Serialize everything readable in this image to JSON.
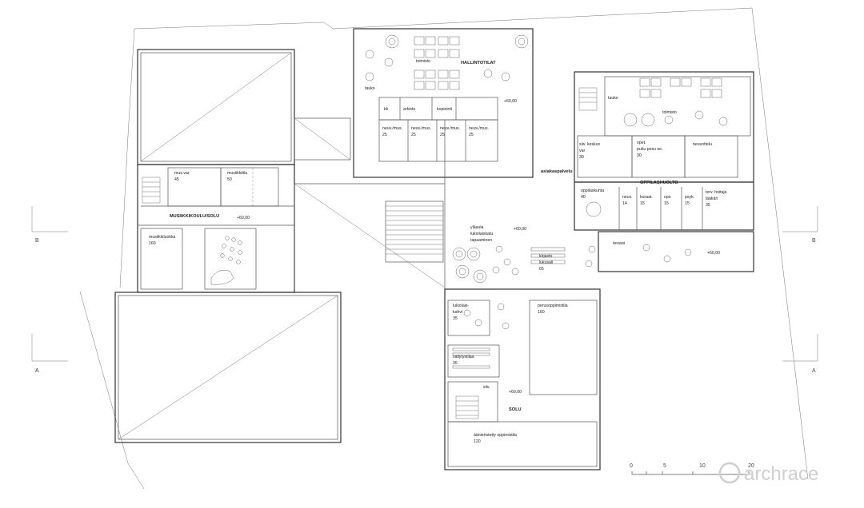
{
  "rooms": {
    "hallinto": "HALLINTOTILAT",
    "toimisto_left": "toimisto",
    "tauko_left": "tauko",
    "height_hallinto": "+60,00",
    "kk": "kk",
    "arkisto": "arkisto",
    "kopiointi": "kopiointi",
    "neuv1": "neuv./mus.",
    "neuv1_n": "25",
    "neuv2": "neuv./mus.",
    "neuv2_n": "25",
    "neuv3": "neuv./mus.",
    "neuv3_n": "25",
    "neuv4": "neuv./mus.",
    "neuv4_n": "25",
    "asiakaspalvelu": "asiakaspalvelu",
    "tauko_right": "tauko",
    "toimisto_right": "toimisto",
    "siiv_keskus": "siiv. keskus",
    "siiv_keskus_var": "var",
    "siiv_keskus_n": "30",
    "opet_puku": "opet.",
    "opet_puku2": "puku pesu wc",
    "opet_n": "30",
    "neuvottelu": "neuvottelu",
    "oppilashuolto": "OPPILASHUOLTO",
    "oppilaskunta": "oppilaskunta",
    "oppilaskunta_n": "40",
    "neuv_r": "neuv.",
    "neuv_r_n": "14",
    "kuraat": "kuraat.",
    "kuraat_n": "15",
    "opo": "opo",
    "opo_n": "15",
    "psyk": "psyk.",
    "psyk_n": "15",
    "terv": "terv. hoitaja",
    "terv2": "lääkäri",
    "terv_n": "35",
    "terassi": "terassi",
    "height_terassi": "+60,00",
    "mus_var": "mus.var.",
    "mus_var_n": "45",
    "musiikkitila": "musiikkitila",
    "musiikkitila_n": "50",
    "musiikkikoulu": "MUSIIKKIKOULU/SOLU",
    "height_musiikki": "+60,00",
    "musiikkiluokka": "musiikkiluokka",
    "musiikkiluokka_n": "160",
    "ylaaula": "yläaula",
    "ylaaula2": "lukiolaiskatu",
    "ylaaula3": "tapaaminen",
    "height_ylaaula": "+60,00",
    "kirjasto": "kirjasto",
    "kirjasto2": "lukusali",
    "kirjasto_n": "65",
    "lukiokahvi": "lukiolais-",
    "lukiokahvi2": "kahvi",
    "lukiokahvi_n": "35",
    "perusopimistila": "perusoppimistila",
    "perusopimistila_n": "160",
    "sailytys": "säilytystilaa",
    "sailytys_n": "35",
    "siiv": "siiv.",
    "height_solu": "+60,00",
    "solu": "SOLU",
    "aani": "äänieristetty oppimistila",
    "aani_n": "120"
  },
  "section_marks": {
    "b_left": "B",
    "b_right": "B",
    "a_left": "A",
    "a_right": "A"
  },
  "scale_bar": {
    "t0": "0",
    "t5": "5",
    "t10": "10",
    "t20": "20"
  },
  "watermark": "archrace"
}
